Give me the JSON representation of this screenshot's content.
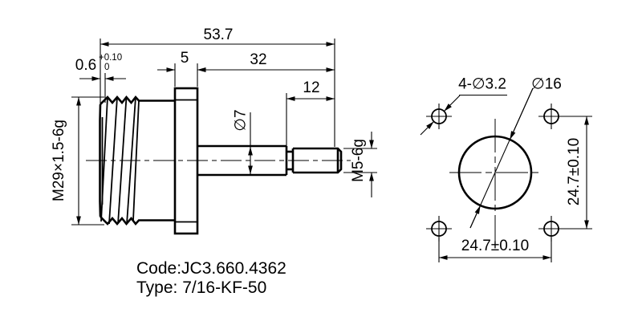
{
  "page": {
    "background": "#ffffff",
    "line_color": "#000000"
  },
  "side_view": {
    "dim_total": "53.7",
    "dim_flange": "5",
    "dim_body_to_end": "32",
    "dim_stud": "12",
    "chamfer_value": "0.6",
    "chamfer_tol_upper": "+0.10",
    "chamfer_tol_lower": "0",
    "thread_label": "M29×1.5-6g",
    "shaft_dia_label": "∅7",
    "stud_thread_label": "M5-6g"
  },
  "front_view": {
    "holes_label": "4-∅3.2",
    "bore_label": "∅16",
    "dim_vertical": "24.7±0.10",
    "dim_horizontal": "24.7±0.10"
  },
  "notes": {
    "code": "Code:JC3.660.4362",
    "type": "Type: 7/16-KF-50"
  }
}
